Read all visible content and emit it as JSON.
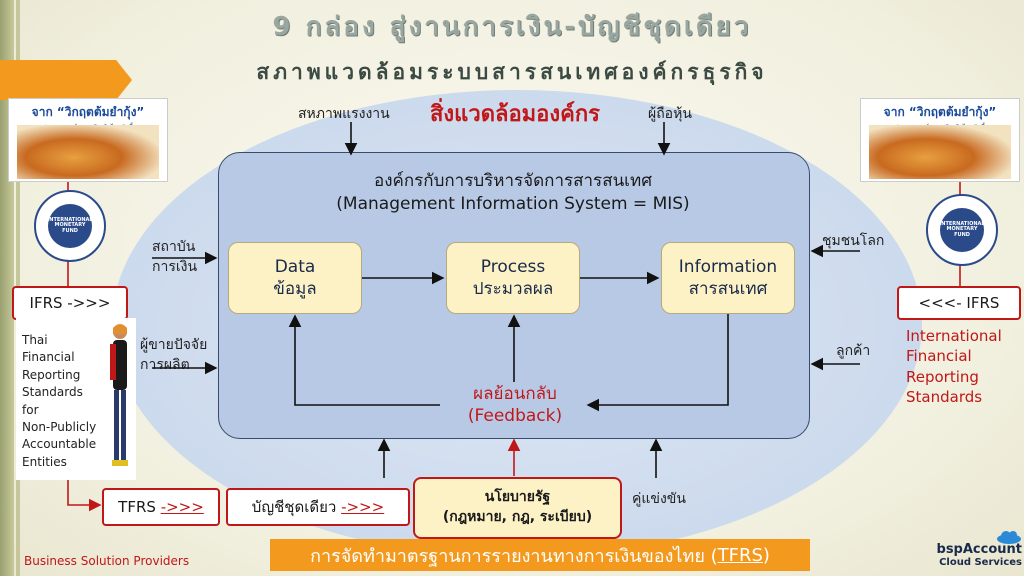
{
  "title": "9 กล่อง สู่งานการเงิน-บัญชีชุดเดียว",
  "subtitle": "สภาพแวดล้อมระบบสารสนเทศองค์กรธุรกิจ",
  "environment_title": "สิ่งแวดล้อมองค์กร",
  "mis_title_line1": "องค์กรกับการบริหารจัดการสารสนเทศ",
  "mis_title_line2": "(Management Information System = MIS)",
  "boxes": [
    {
      "en": "Data",
      "th": "ข้อมูล"
    },
    {
      "en": "Process",
      "th": "ประมวลผล"
    },
    {
      "en": "Information",
      "th": "สารสนเทศ"
    }
  ],
  "feedback_line1": "ผลย้อนกลับ",
  "feedback_line2": "(Feedback)",
  "stakeholders": {
    "labor": "สหภาพแรงงาน",
    "shareholders": "ผู้ถือหุ้น",
    "financial_inst_1": "สถาบัน",
    "financial_inst_2": "การเงิน",
    "suppliers_1": "ผู้ขายปัจจัย",
    "suppliers_2": "การผลิต",
    "community": "ชุมชนโลก",
    "customers": "ลูกค้า",
    "competitors": "คู่แข่งขัน"
  },
  "book": {
    "title": "จาก “วิกฤตต้มยำกุ้ง”",
    "subtitle": "สู่สถานการณ์เศรษฐกิจ-หุ้นไทยวันนี้"
  },
  "imf_label": "INTERNATIONAL MONETARY FUND",
  "ifrs_left": "IFRS ->>>",
  "ifrs_right": "<<<- IFRS",
  "ifrs_desc": [
    "International",
    "Financial",
    "Reporting",
    "Standards"
  ],
  "tfrs_npae": [
    "Thai",
    "Financial",
    "Reporting",
    "Standards",
    "for",
    "Non-Publicly",
    "Accountable",
    "Entities"
  ],
  "tfrs_box": {
    "label": "TFRS",
    "arrow": "->>>"
  },
  "single_book_box": {
    "label": "บัญชีชุดเดียว",
    "arrow": "->>>"
  },
  "policy_line1": "นโยบายรัฐ",
  "policy_line2": "(กฎหมาย, กฎ, ระเบียบ)",
  "bottom_bar": {
    "text": "การจัดทำมาตรฐานการรายงานทางการเงินของไทย (",
    "link": "TFRS",
    "end": ")"
  },
  "footer_left": "Business Solution Providers",
  "logo": {
    "name": "bspAccount",
    "tag": "Cloud Services"
  },
  "colors": {
    "accent_orange": "#f39a1e",
    "feedback_red": "#c01818",
    "box_yellow": "#fdf2c6",
    "mis_blue": "#b8c9e6"
  }
}
